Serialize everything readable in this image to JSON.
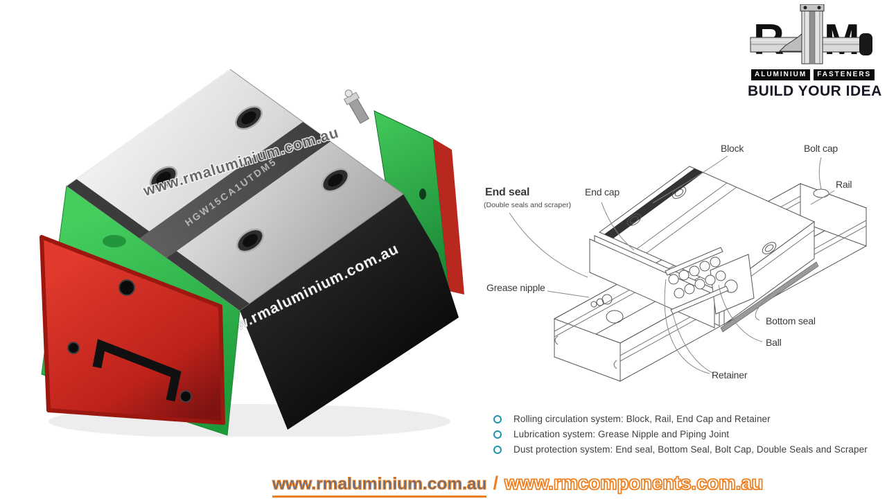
{
  "brand": {
    "letter_left": "R",
    "letter_right": "M",
    "badge_left": "ALUMINIUM",
    "badge_right": "FASTENERS",
    "tagline": "BUILD YOUR IDEA"
  },
  "photo": {
    "watermark_top": "www.rmaluminium.com.au",
    "watermark_side": "www.rmaluminium.com.au",
    "etched_label": "HGW15CA1UTDM5"
  },
  "diagram": {
    "labels": {
      "block": "Block",
      "bolt_cap": "Bolt cap",
      "rail": "Rail",
      "end_seal": "End seal",
      "end_seal_note": "(Double seals and scraper)",
      "end_cap": "End cap",
      "grease_nipple": "Grease nipple",
      "bottom_seal": "Bottom seal",
      "ball": "Ball",
      "retainer": "Retainer"
    }
  },
  "features": {
    "items": [
      "Rolling circulation system: Block, Rail, End Cap and Retainer",
      "Lubrication system: Grease Nipple and Piping Joint",
      "Dust protection system: End seal, Bottom Seal, Bolt Cap, Double Seals and Scraper"
    ]
  },
  "footer": {
    "link_primary": "www.rmaluminium.com.au",
    "separator": "/",
    "link_secondary": "www.rmcomponents.com.au"
  },
  "colors": {
    "accent_orange": "#ee7d1c",
    "bullet_teal": "#1b96ad",
    "block_green": "#2fb44b",
    "block_red": "#cf2b22"
  }
}
